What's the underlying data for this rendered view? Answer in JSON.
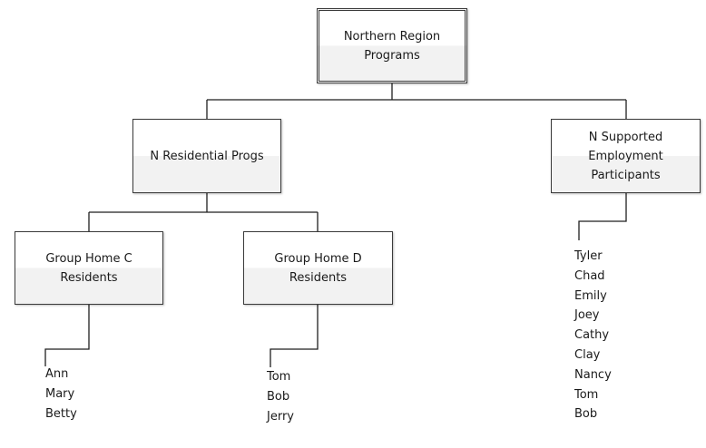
{
  "diagram": {
    "root": {
      "title": "Northern Region Programs"
    },
    "residential": {
      "title": "N Residential Progs"
    },
    "supported": {
      "title": "N Supported Employment Participants"
    },
    "group_home_c": {
      "title": "Group Home C Residents",
      "members": [
        "Ann",
        "Mary",
        "Betty"
      ]
    },
    "group_home_d": {
      "title": "Group Home D Residents",
      "members": [
        "Tom",
        "Bob",
        "Jerry"
      ]
    },
    "supported_members": [
      "Tyler",
      "Chad",
      "Emily",
      "Joey",
      "Cathy",
      "Clay",
      "Nancy",
      "Tom",
      "Bob"
    ]
  }
}
